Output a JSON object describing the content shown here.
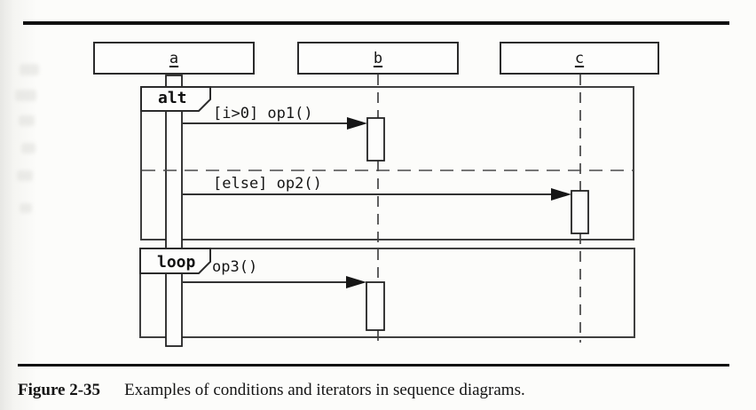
{
  "figure": {
    "label": "Figure 2-35",
    "caption": "Examples of conditions and iterators in sequence diagrams."
  },
  "diagram": {
    "type": "uml-sequence-diagram",
    "participants": [
      {
        "name": "a"
      },
      {
        "name": "b"
      },
      {
        "name": "c"
      }
    ],
    "fragments": [
      {
        "operator": "alt",
        "messages": [
          {
            "label": "[i>0] op1()",
            "from": "a",
            "to": "b"
          },
          {
            "label": "[else] op2()",
            "from": "a",
            "to": "c"
          }
        ]
      },
      {
        "operator": "loop",
        "messages": [
          {
            "label": "op3()",
            "from": "a",
            "to": "b"
          }
        ]
      }
    ],
    "colors": {
      "ink": "#161616",
      "frame": "#3f3f3f",
      "paper": "#fcfcfa",
      "rule": "#101010"
    }
  }
}
